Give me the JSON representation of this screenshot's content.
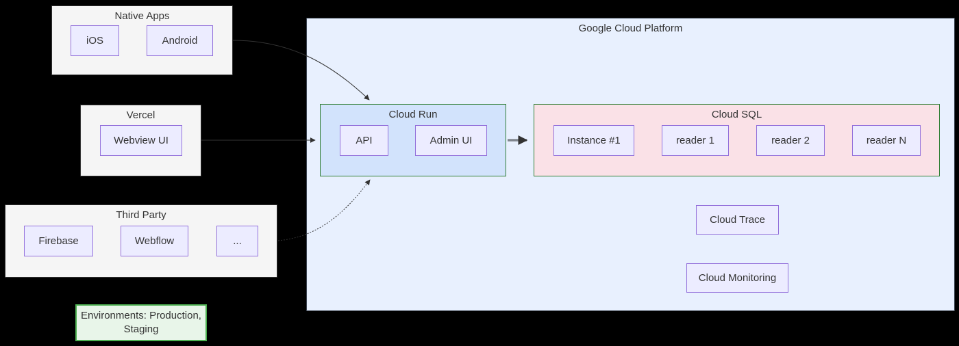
{
  "diagram": {
    "groups": {
      "native_apps": {
        "title": "Native Apps"
      },
      "vercel": {
        "title": "Vercel"
      },
      "third_party": {
        "title": "Third Party"
      },
      "gcp": {
        "title": "Google Cloud Platform"
      },
      "cloud_run": {
        "title": "Cloud Run"
      },
      "cloud_sql": {
        "title": "Cloud SQL"
      }
    },
    "nodes": {
      "ios": {
        "label": "iOS"
      },
      "android": {
        "label": "Android"
      },
      "webview_ui": {
        "label": "Webview UI"
      },
      "firebase": {
        "label": "Firebase"
      },
      "webflow": {
        "label": "Webflow"
      },
      "ellipsis": {
        "label": "..."
      },
      "environments": {
        "line1": "Environments: Production,",
        "line2": "Staging"
      },
      "api": {
        "label": "API"
      },
      "admin_ui": {
        "label": "Admin UI"
      },
      "instance_1": {
        "label": "Instance #1"
      },
      "reader_1": {
        "label": "reader 1"
      },
      "reader_2": {
        "label": "reader 2"
      },
      "reader_n": {
        "label": "reader N"
      },
      "cloud_trace": {
        "label": "Cloud Trace"
      },
      "cloud_monitoring": {
        "label": "Cloud Monitoring"
      }
    },
    "edges": [
      {
        "from": "Native Apps",
        "to": "Cloud Run",
        "style": "solid"
      },
      {
        "from": "Vercel",
        "to": "Cloud Run",
        "style": "solid"
      },
      {
        "from": "Third Party",
        "to": "Cloud Run",
        "style": "dotted"
      },
      {
        "from": "Cloud Run",
        "to": "Cloud SQL",
        "style": "thick"
      }
    ]
  },
  "colors": {
    "page_bg": "#000000",
    "text_color": "#333333",
    "group_gray_fill": "#f5f5f5",
    "group_gray_border": "#333333",
    "node_fill": "#ececff",
    "node_border": "#9370db",
    "gcp_fill": "#e8f0fe",
    "gcp_border": "#39424e",
    "cloud_run_fill": "#d2e3fc",
    "cloud_sql_fill": "#fae1e7",
    "green_border": "#2e7d32",
    "env_fill": "#e8f5e9",
    "env_border": "#4caf50",
    "edge_color": "#333333",
    "thick_edge_color": "#80868e"
  }
}
